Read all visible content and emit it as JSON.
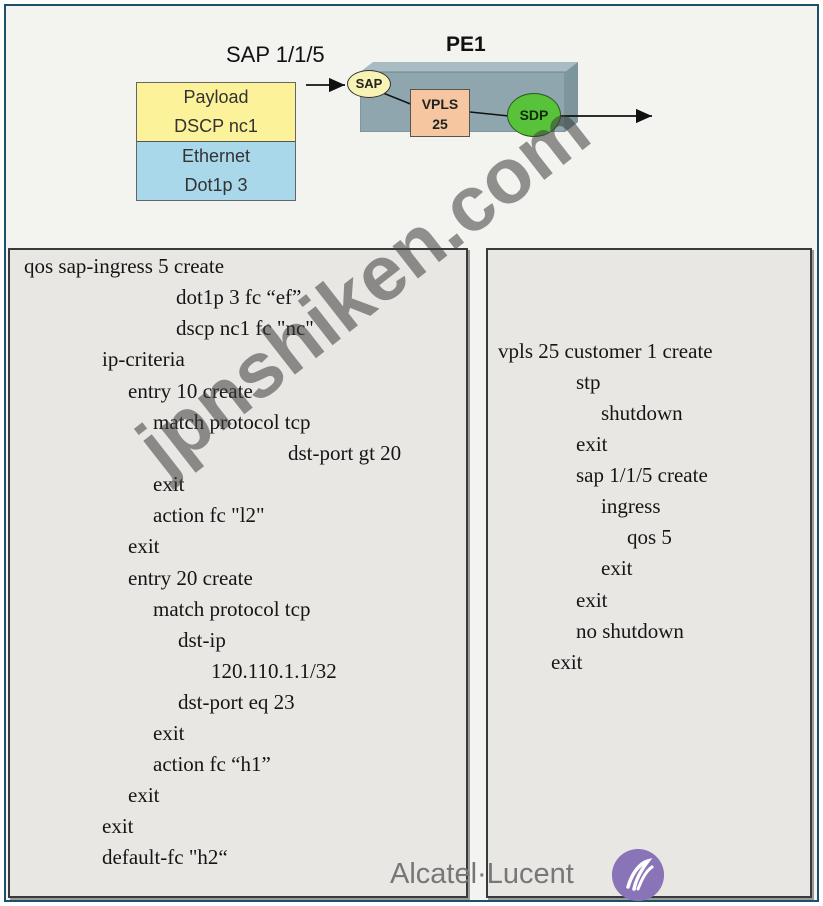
{
  "diagram": {
    "sap_port_label": "SAP 1/1/5",
    "pe_label": "PE1",
    "packet": {
      "payload": "Payload",
      "dscp": "DSCP nc1",
      "ethernet": "Ethernet",
      "dot1p": "Dot1p 3"
    },
    "nodes": {
      "sap": "SAP",
      "vpls_line1": "VPLS",
      "vpls_line2": "25",
      "sdp": "SDP"
    },
    "colors": {
      "payload_bg": "#fbf29a",
      "ethernet_bg": "#a9d8ea",
      "pe_box": "#8fa6ae",
      "vpls_box": "#f5c6a0",
      "sdp_circle": "#59c23b"
    }
  },
  "left_code": [
    "qos sap-ingress 5 create",
    "dot1p 3 fc “ef”",
    "dscp nc1 fc \"nc\"",
    "ip-criteria",
    "entry 10 create",
    "match protocol tcp",
    "dst-port gt 20",
    "exit",
    "action fc \"l2\"",
    "exit",
    "entry 20 create",
    "match protocol tcp",
    "dst-ip",
    "120.110.1.1/32",
    "dst-port eq 23",
    "exit",
    "action fc “h1”",
    "exit",
    "exit",
    "default-fc \"h2“"
  ],
  "right_code": [
    "vpls 25 customer 1 create",
    "stp",
    "shutdown",
    "exit",
    "sap 1/1/5 create",
    "ingress",
    "qos 5",
    "exit",
    "exit",
    "no shutdown",
    "exit"
  ],
  "watermark": "jpnshiken.com",
  "brand": "Alcatel·Lucent"
}
